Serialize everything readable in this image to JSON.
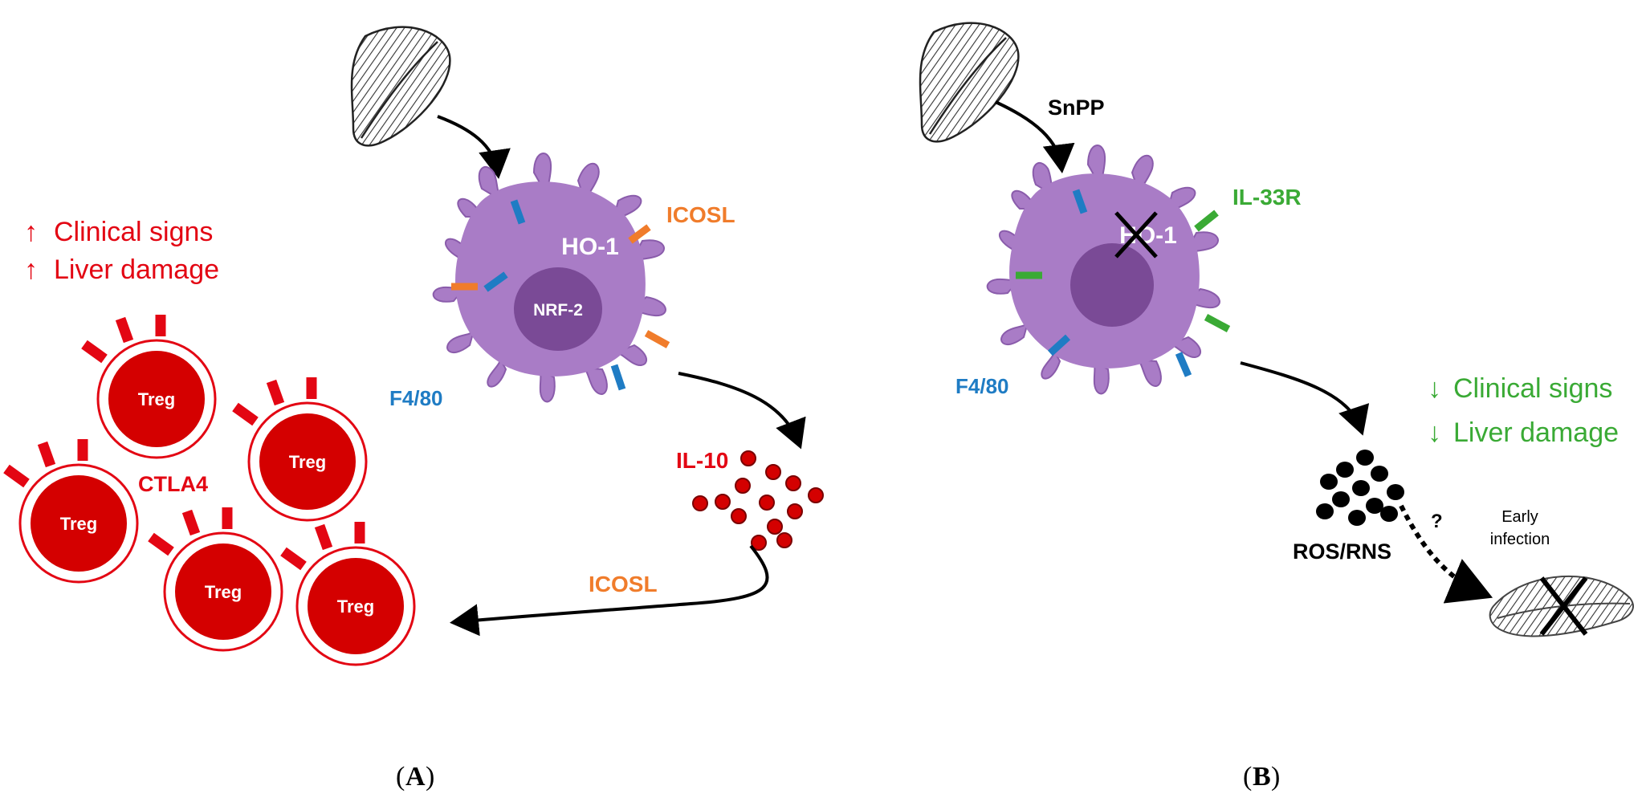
{
  "colors": {
    "red": "#e30613",
    "dark_red": "#d40000",
    "purple": "#a97cc6",
    "purple_dark": "#7a4a96",
    "blue": "#1f7cc4",
    "orange": "#f07c2b",
    "green": "#3aaa35",
    "black": "#000000"
  },
  "panel_a": {
    "caption_open": "(",
    "caption_letter": "A",
    "caption_close": ")",
    "effects": [
      "Clinical signs",
      "Liver damage"
    ],
    "effect_arrows": [
      "↑",
      "↑"
    ],
    "cell_surface_label": "HO-1",
    "nucleus_label": "NRF-2",
    "receptor_label_blue": "F4/80",
    "receptor_label_orange": "ICOSL",
    "cytokine_label": "IL-10",
    "ligand_label": "ICOSL",
    "treg_marker_label": "CTLA4",
    "treg_cells": [
      "Treg",
      "Treg",
      "Treg",
      "Treg",
      "Treg"
    ]
  },
  "panel_b": {
    "caption_open": "(",
    "caption_letter": "B",
    "caption_close": ")",
    "inhibitor_label": "SnPP",
    "cell_surface_label": "HO-1",
    "receptor_label_blue": "F4/80",
    "receptor_label_green": "IL-33R",
    "product_label": "ROS/RNS",
    "question_mark": "?",
    "outcome_label_line1": "Early",
    "outcome_label_line2": "infection",
    "effects": [
      "Clinical signs",
      "Liver damage"
    ],
    "effect_arrows": [
      "↓",
      "↓"
    ]
  }
}
